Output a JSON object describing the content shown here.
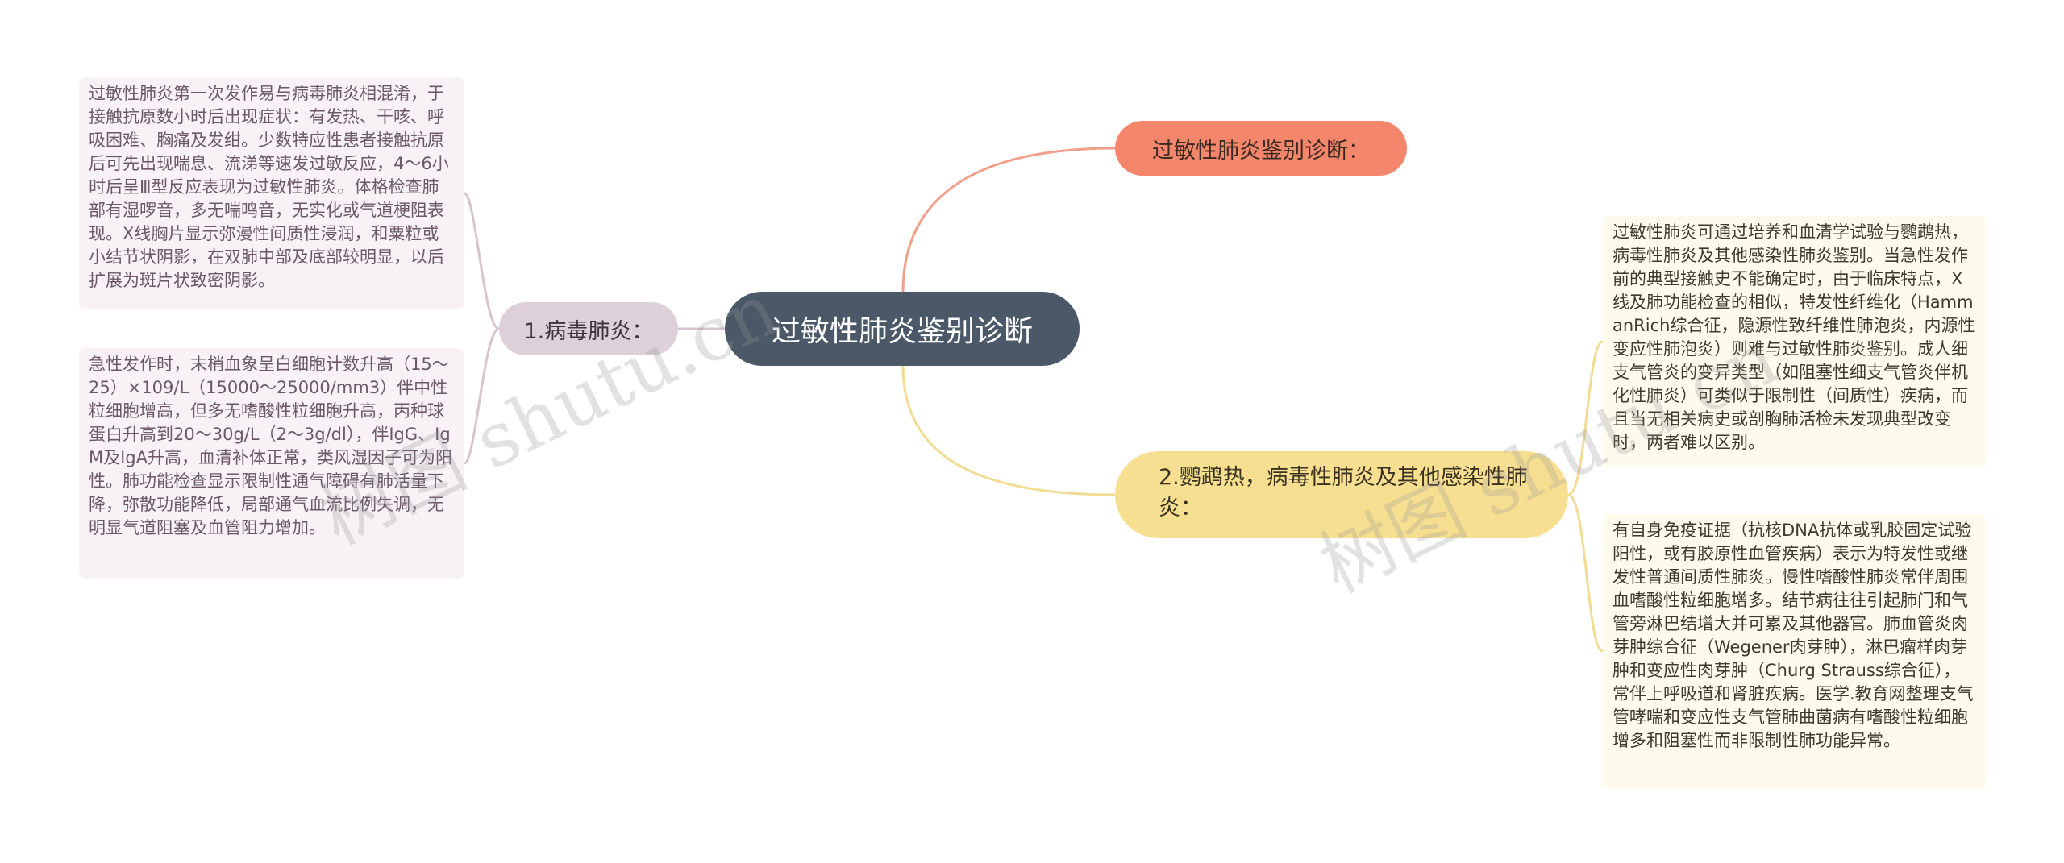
{
  "root": {
    "label": "过敏性肺炎鉴别诊断"
  },
  "branches": {
    "diagnosis": {
      "label": "过敏性肺炎鉴别诊断："
    },
    "viral": {
      "label": "1.病毒肺炎：",
      "notes": [
        "过敏性肺炎第一次发作易与病毒肺炎相混淆，于接触抗原数小时后出现症状：有发热、干咳、呼吸困难、胸痛及发绀。少数特应性患者接触抗原后可先出现喘息、流涕等速发过敏反应，4～6小时后呈Ⅲ型反应表现为过敏性肺炎。体格检查肺部有湿啰音，多无喘鸣音，无实化或气道梗阻表现。X线胸片显示弥漫性间质性浸润，和粟粒或小结节状阴影，在双肺中部及底部较明显，以后扩展为斑片状致密阴影。",
        "急性发作时，末梢血象呈白细胞计数升高（15～25）×109/L（15000～25000/mm3）伴中性粒细胞增高，但多无嗜酸性粒细胞升高，丙种球蛋白升高到20～30g/L（2～3g/dl），伴IgG、IgM及IgA升高，血清补体正常，类风湿因子可为阳性。肺功能检查显示限制性通气障碍有肺活量下降，弥散功能降低，局部通气血流比例失调，无明显气道阻塞及血管阻力增加。"
      ]
    },
    "psittacosis": {
      "label": "2.鹦鹉热，病毒性肺炎及其他感染性肺炎：",
      "notes": [
        "过敏性肺炎可通过培养和血清学试验与鹦鹉热，病毒性肺炎及其他感染性肺炎鉴别。当急性发作前的典型接触史不能确定时，由于临床特点，X线及肺功能检查的相似，特发性纤维化（HammanRich综合征，隐源性致纤维性肺泡炎，内源性变应性肺泡炎）则难与过敏性肺炎鉴别。成人细支气管炎的变异类型（如阻塞性细支气管炎伴机化性肺炎）可类似于限制性（间质性）疾病，而且当无相关病史或剖胸肺活检未发现典型改变时，两者难以区别。",
        "有自身免疫证据（抗核DNA抗体或乳胶固定试验阳性，或有胶原性血管疾病）表示为特发性或继发性普通间质性肺炎。慢性嗜酸性肺炎常伴周围血嗜酸性粒细胞增多。结节病往往引起肺门和气管旁淋巴结增大并可累及其他器官。肺血管炎肉芽肿综合征（Wegener肉芽肿），淋巴瘤样肉芽肿和变应性肉芽肿（Churg Strauss综合征），常伴上呼吸道和肾脏疾病。医学.教育网整理支气管哮喘和变应性支气管肺曲菌病有嗜酸性粒细胞增多和阻塞性而非限制性肺功能异常。"
      ]
    }
  },
  "watermarks": [
    "树图 shutu.cn",
    "树图 shutu.cn"
  ],
  "colors": {
    "root": "#4a5867",
    "orange": "#f4876b",
    "pink": "#ddd0d8",
    "yellow": "#f7df92",
    "line_orange": "#f0a08a",
    "line_pink": "#d8c4d0",
    "line_yellow": "#f2dc94"
  }
}
